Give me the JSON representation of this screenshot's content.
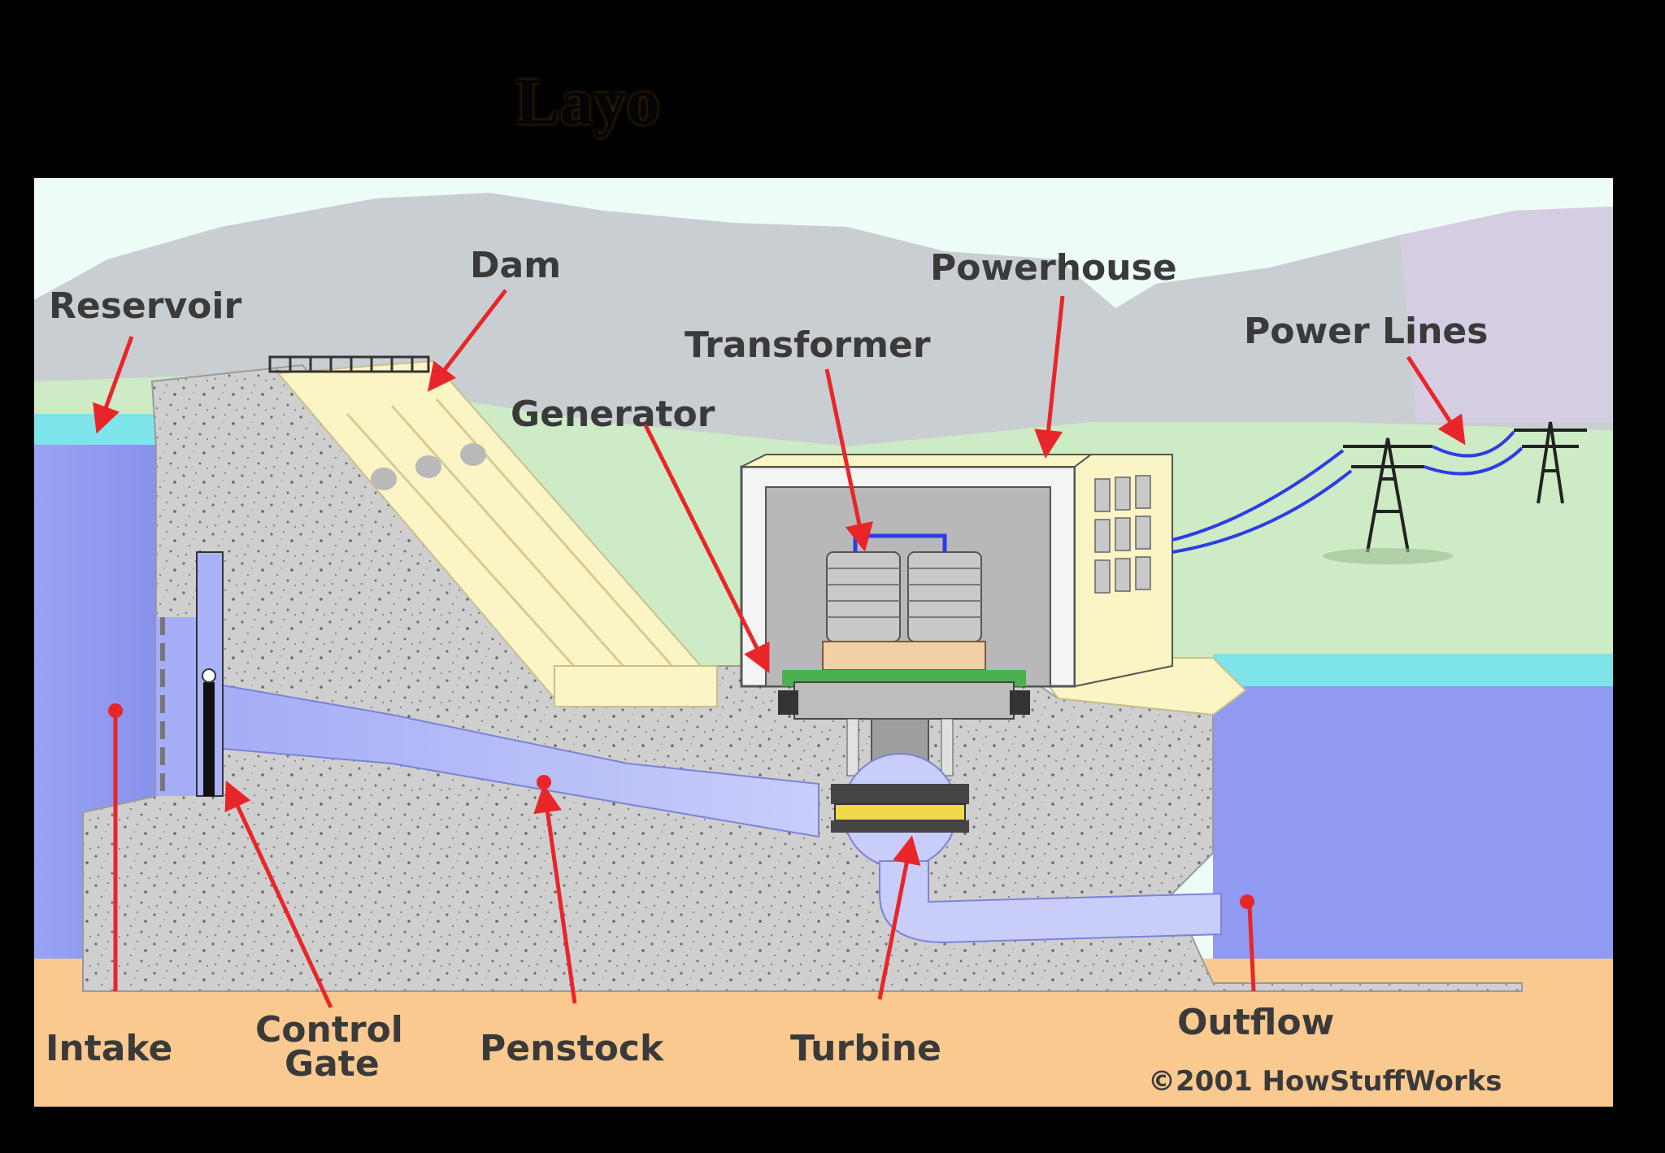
{
  "slide": {
    "title": "Layo"
  },
  "diagram": {
    "labels": {
      "reservoir": "Reservoir",
      "dam": "Dam",
      "powerhouse": "Powerhouse",
      "transformer": "Transformer",
      "power_lines": "Power Lines",
      "generator": "Generator",
      "intake": "Intake",
      "control_gate_line1": "Control",
      "control_gate_line2": "Gate",
      "penstock": "Penstock",
      "turbine": "Turbine",
      "outflow": "Outflow",
      "copyright": "©2001 HowStuffWorks"
    },
    "colors": {
      "sky": "#eefcf8",
      "mountain": "#c9ced2",
      "grass": "#cdebc4",
      "reservoir": "#8f9af0",
      "water_surface": "#7fe3ea",
      "concrete": "#cfcfcf",
      "dam_face": "#fbf4c4",
      "ground": "#fac98f",
      "arrow": "#e8262a",
      "power_line": "#2c3de8",
      "label": "#3a3a3a"
    }
  }
}
